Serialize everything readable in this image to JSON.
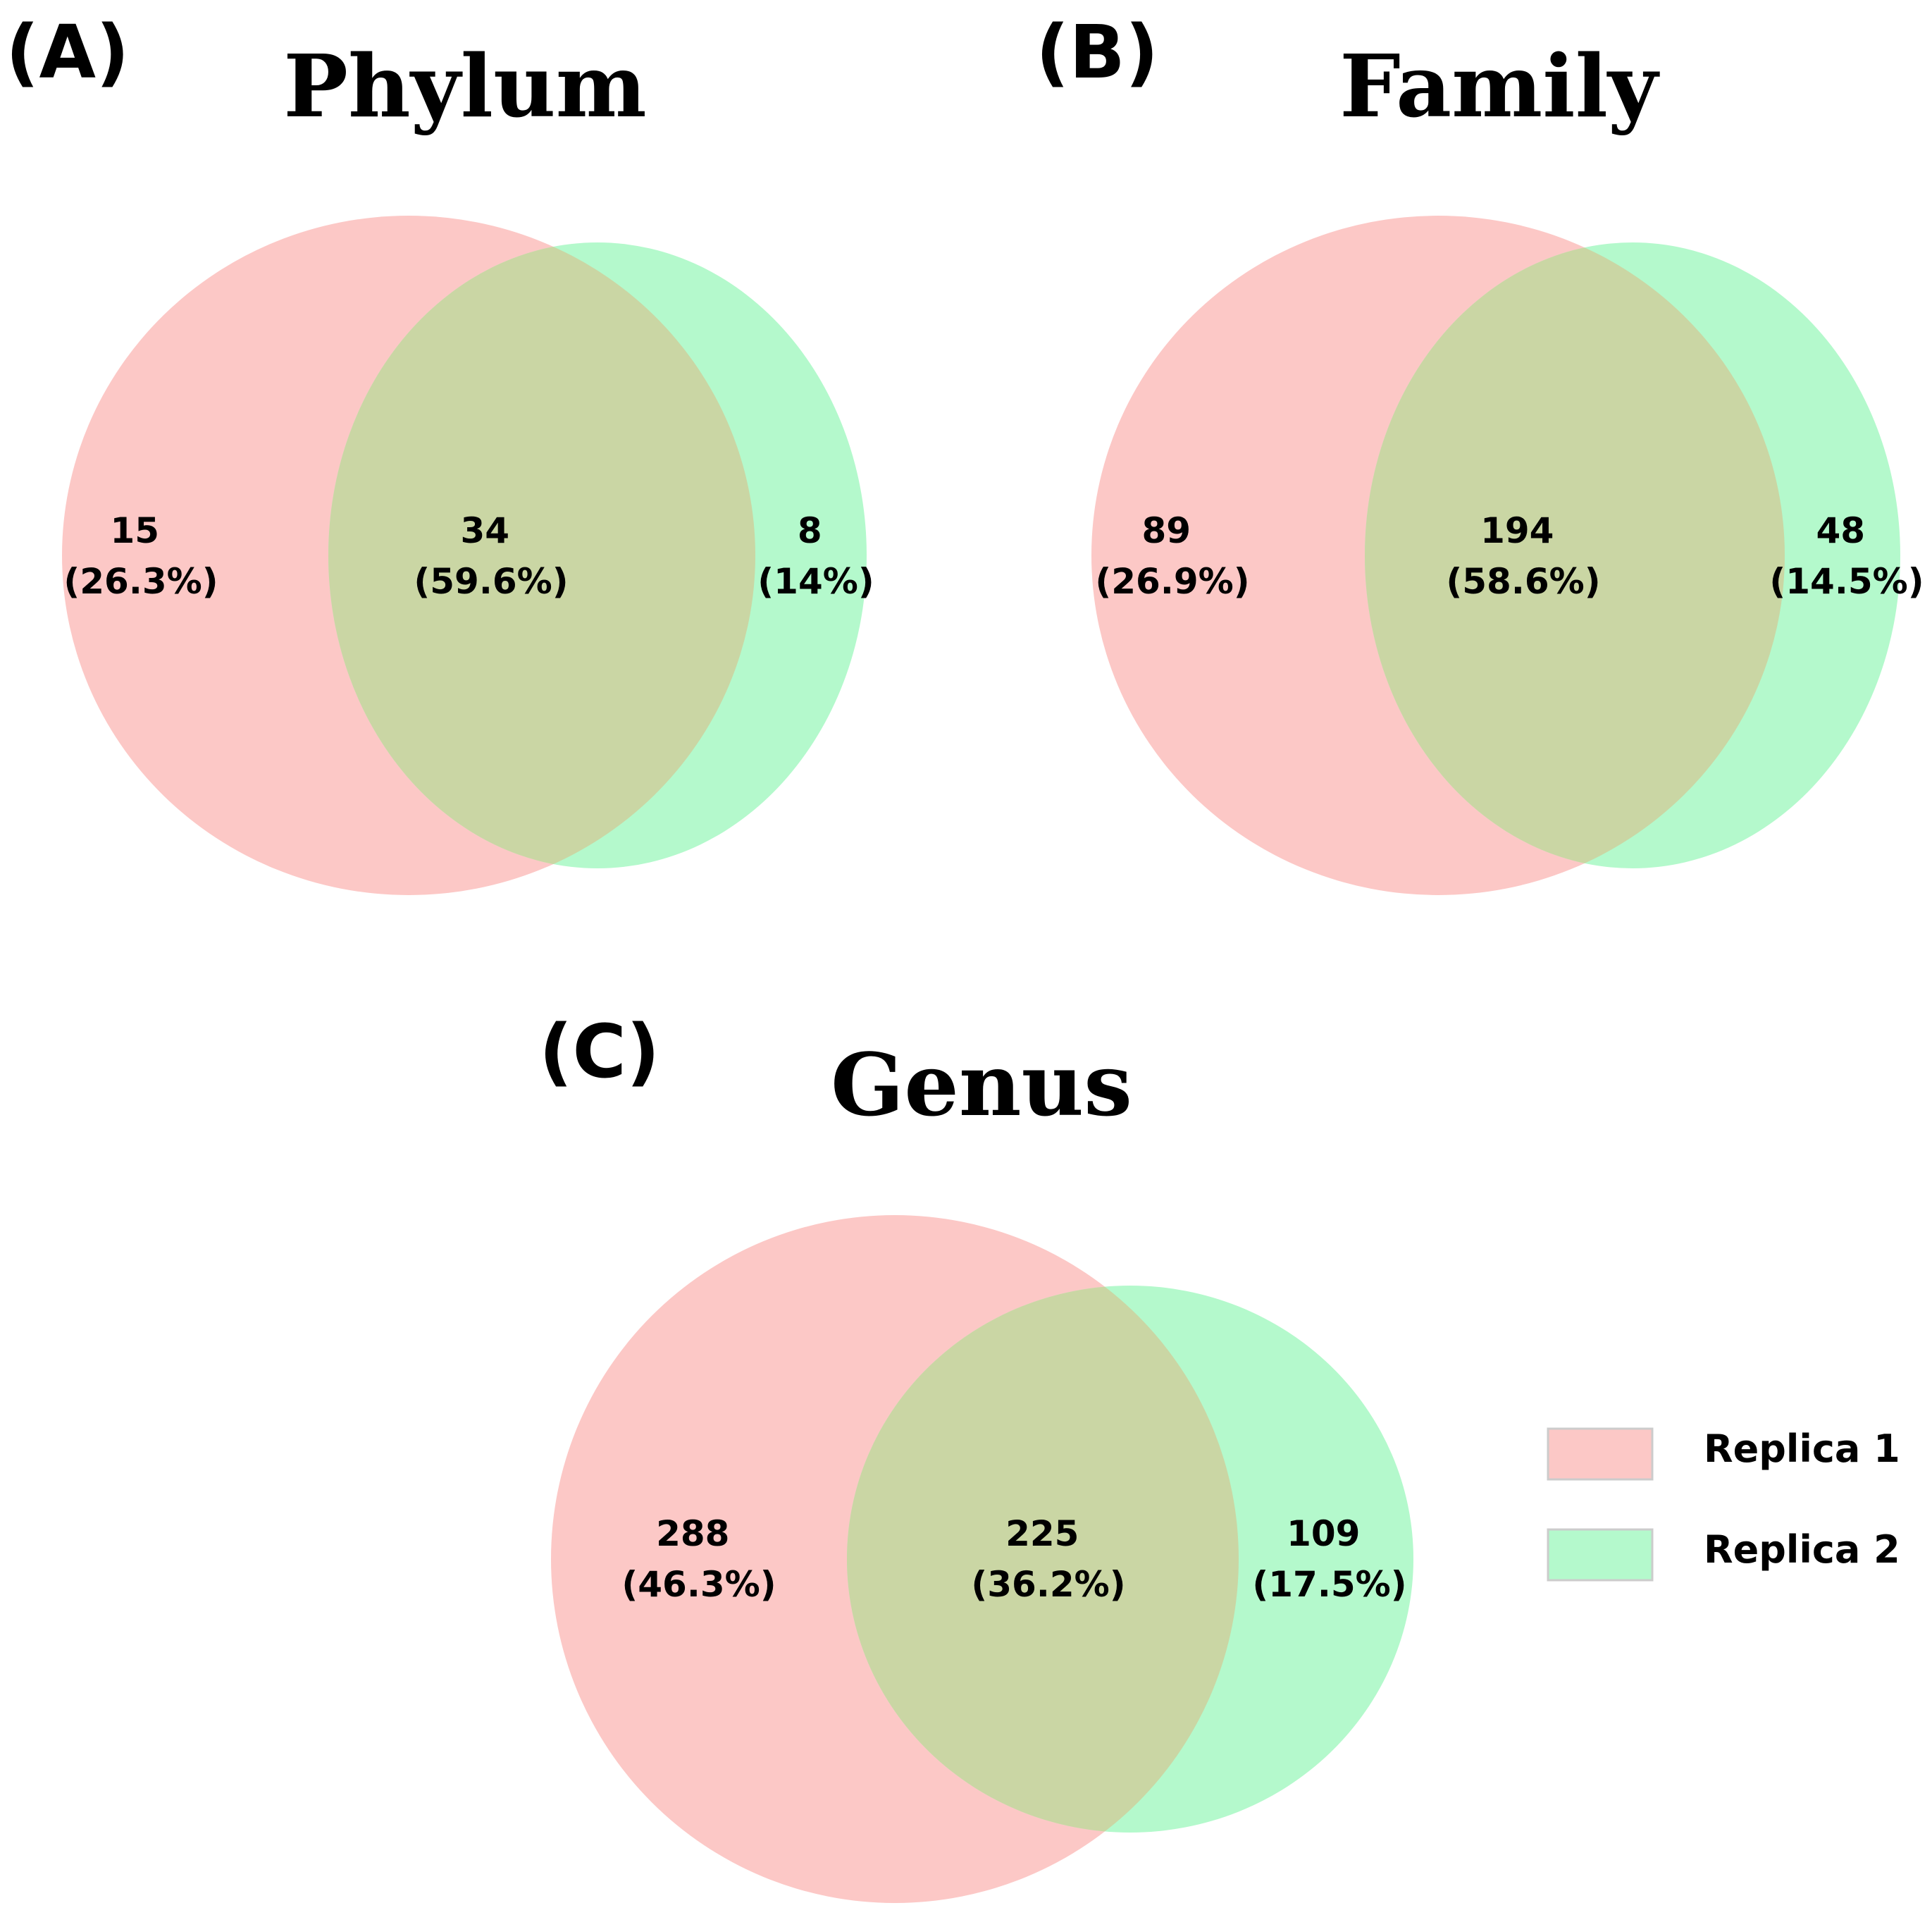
{
  "colors": {
    "set_a": "#fcc8c6",
    "set_b": "#b4f9cc",
    "overlap": "#cad6a4",
    "edge": "#cccccc"
  },
  "legend": {
    "items": [
      {
        "label": "Replica 1",
        "color": "#fcc8c6"
      },
      {
        "label": "Replica 2",
        "color": "#b4f9cc"
      }
    ]
  },
  "panels": [
    {
      "letter": "(A)",
      "title": "Phylum",
      "only_a": {
        "count": "15",
        "percent": "(26.3%)"
      },
      "both": {
        "count": "34",
        "percent": "(59.6%)"
      },
      "only_b": {
        "count": "8",
        "percent": "(14%)"
      }
    },
    {
      "letter": "(B)",
      "title": "Family",
      "only_a": {
        "count": "89",
        "percent": "(26.9%)"
      },
      "both": {
        "count": "194",
        "percent": "(58.6%)"
      },
      "only_b": {
        "count": "48",
        "percent": "(14.5%)"
      }
    },
    {
      "letter": "(C)",
      "title": "Genus",
      "only_a": {
        "count": "288",
        "percent": "(46.3%)"
      },
      "both": {
        "count": "225",
        "percent": "(36.2%)"
      },
      "only_b": {
        "count": "109",
        "percent": "(17.5%)"
      }
    }
  ]
}
